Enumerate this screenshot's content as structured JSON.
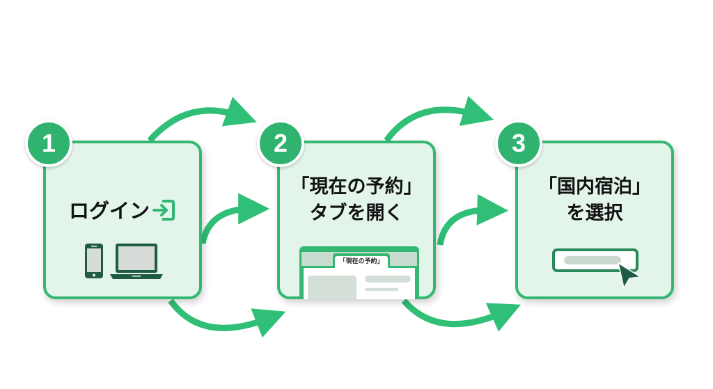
{
  "steps": [
    {
      "number": "1",
      "title": "ログイン",
      "icons": [
        "login-icon",
        "smartphone-icon",
        "laptop-icon"
      ]
    },
    {
      "number": "2",
      "title_line1": "「現在の予約」",
      "title_line2": "タブを開く",
      "tab_label": "「現在の予約」"
    },
    {
      "number": "3",
      "title_line1": "「国内宿泊」",
      "title_line2": "を選択",
      "icons": [
        "select-bar",
        "cursor-icon"
      ]
    }
  ],
  "colors": {
    "accent": "#2fb36f",
    "card_bg": "#e3f5ea",
    "card_border": "#34b772",
    "dark_icon": "#1f5c45",
    "text": "#111111"
  }
}
